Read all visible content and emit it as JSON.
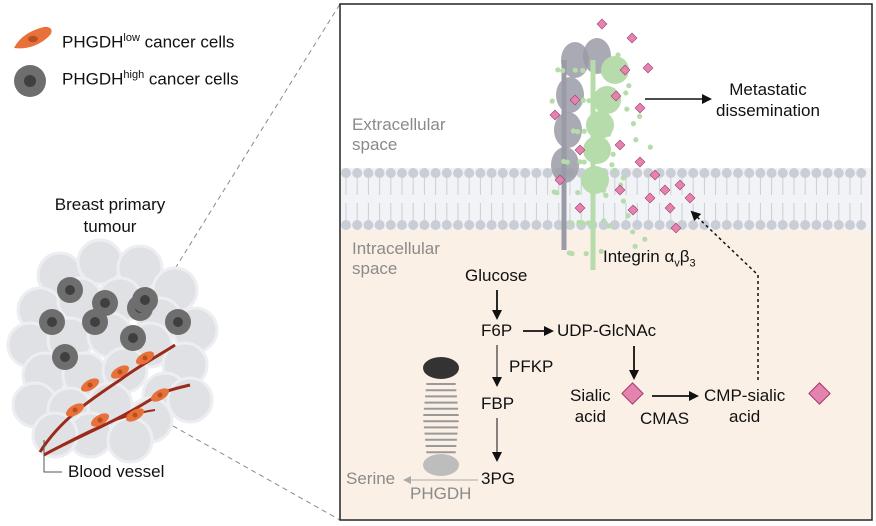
{
  "legend": {
    "low_prefix": "PHGDH",
    "low_sup": "low",
    "low_suffix": " cancer cells",
    "high_prefix": "PHGDH",
    "high_sup": "high",
    "high_suffix": " cancer cells"
  },
  "tumour": {
    "title_line1": "Breast primary",
    "title_line2": "tumour",
    "vessel_label": "Blood vessel"
  },
  "membrane": {
    "extracellular_line1": "Extracellular",
    "extracellular_line2": "space",
    "intracellular_line1": "Intracellular",
    "intracellular_line2": "space"
  },
  "integrin": {
    "label_prefix": "Integrin ",
    "alpha": "α",
    "alpha_sub": "v",
    "beta": "β",
    "beta_sub": "3"
  },
  "metastatic": {
    "line1": "Metastatic",
    "line2": "dissemination"
  },
  "pathway": {
    "glucose": "Glucose",
    "f6p": "F6P",
    "udp_glcnac": "UDP-GlcNAc",
    "pfkp": "PFKP",
    "fbp": "FBP",
    "pg3": "3PG",
    "serine": "Serine",
    "phgdh": "PHGDH",
    "sialic_line1": "Sialic",
    "sialic_line2": "acid",
    "cmas": "CMAS",
    "cmp_line1": "CMP-sialic",
    "cmp_line2": "acid"
  },
  "colors": {
    "orange_cell": "#e8713a",
    "grey_cell": "#6e6e6e",
    "vessel": "#9c2a1a",
    "cytoplasm": "#fbf0e6",
    "glycan_green": "#b5dcaa",
    "sialic_pink": "#e583b0",
    "protein_grey": "#9a9ba6"
  }
}
